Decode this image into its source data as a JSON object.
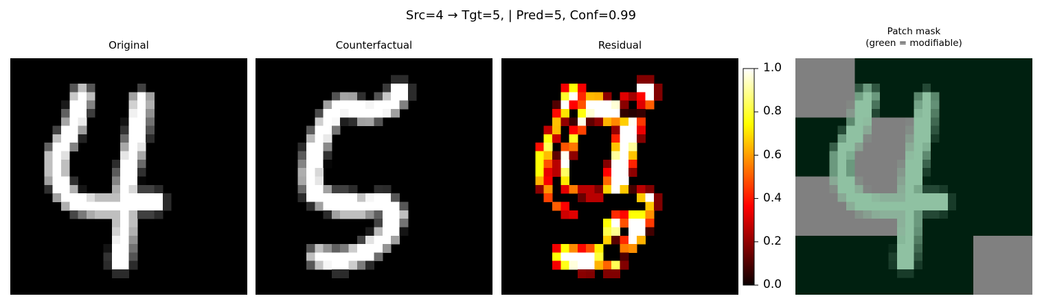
{
  "figure": {
    "suptitle": "Src=4 → Tgt=5, | Pred=5, Conf=0.99"
  },
  "panels": [
    {
      "id": "original",
      "title": "Original"
    },
    {
      "id": "counterfactual",
      "title": "Counterfactual"
    },
    {
      "id": "residual",
      "title": "Residual"
    },
    {
      "id": "mask",
      "title_lines": [
        "Patch mask",
        "(green = modifiable)"
      ]
    }
  ],
  "colorbar": {
    "colormap": "hot",
    "range": [
      0.0,
      1.0
    ],
    "tick_labels": [
      "0.0",
      "0.2",
      "0.4",
      "0.6",
      "0.8",
      "1.0"
    ]
  },
  "colors": {
    "background": "#000000",
    "mask_modifiable": "#002010",
    "mask_locked": "#808080",
    "mask_overlay_digit": "#8fc1a2"
  }
}
